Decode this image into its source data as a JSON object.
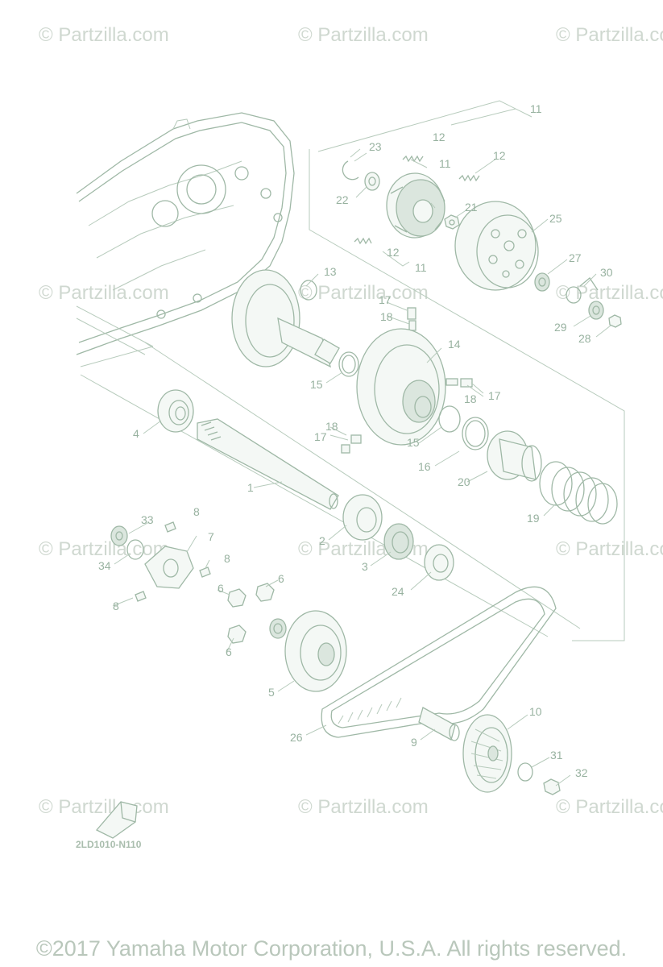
{
  "watermarks": [
    "© Partzilla.com",
    "© Partzilla.com",
    "© Partzilla.com",
    "© Partzilla.com",
    "© Partzilla.com",
    "© Partzilla.com",
    "© Partzilla.com",
    "© Partzilla.com",
    "© Partzilla.com",
    "© Partzilla.com",
    "© Partzilla.com",
    "© Partzilla.com"
  ],
  "diagram_code": "2LD1010-N110",
  "copyright": "©2017 Yamaha Motor Corporation, U.S.A. All rights reserved.",
  "callouts": {
    "n1": "1",
    "n2": "2",
    "n3": "3",
    "n4": "4",
    "n5": "5",
    "n6a": "6",
    "n6b": "6",
    "n6c": "6",
    "n7": "7",
    "n8a": "8",
    "n8b": "8",
    "n8c": "8",
    "n9": "9",
    "n10": "10",
    "n11a": "11",
    "n11b": "11",
    "n11c": "11",
    "n12a": "12",
    "n12b": "12",
    "n12c": "12",
    "n13": "13",
    "n14": "14",
    "n15a": "15",
    "n15b": "15",
    "n16": "16",
    "n17a": "17",
    "n17b": "17",
    "n17c": "17",
    "n18a": "18",
    "n18b": "18",
    "n18c": "18",
    "n19": "19",
    "n20": "20",
    "n21": "21",
    "n22": "22",
    "n23": "23",
    "n24": "24",
    "n25": "25",
    "n26": "26",
    "n27": "27",
    "n28": "28",
    "n29": "29",
    "n30": "30",
    "n31": "31",
    "n32": "32",
    "n33": "33",
    "n34": "34"
  },
  "colors": {
    "line": "#9fb8a6",
    "text": "#98b2a0",
    "watermark": "#cfd8d0"
  }
}
